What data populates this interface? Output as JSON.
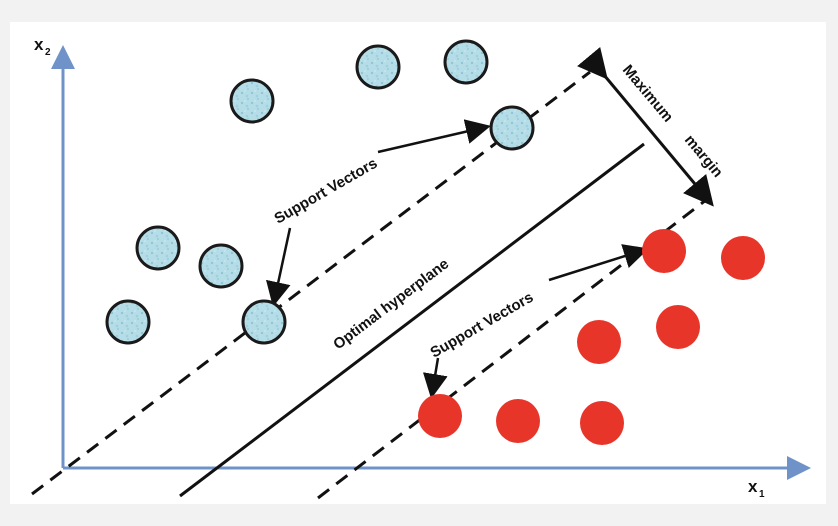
{
  "axes": {
    "x_label": "x",
    "x_subscript": "1",
    "y_label": "x",
    "y_subscript": "2",
    "axis_color": "#6f93c9"
  },
  "labels": {
    "support_vectors_top": "Support Vectors",
    "support_vectors_bottom": "Support Vectors",
    "optimal_hyperplane": "Optimal hyperplane",
    "maximum": "Maximum",
    "margin": "margin"
  },
  "classes": {
    "blue": {
      "fill": "#b5dde8",
      "stroke": "#1a1a1a"
    },
    "red": {
      "fill": "#e8352a"
    }
  },
  "icons": {
    "points_blue": "speckled-circle",
    "points_red": "solid-circle"
  }
}
